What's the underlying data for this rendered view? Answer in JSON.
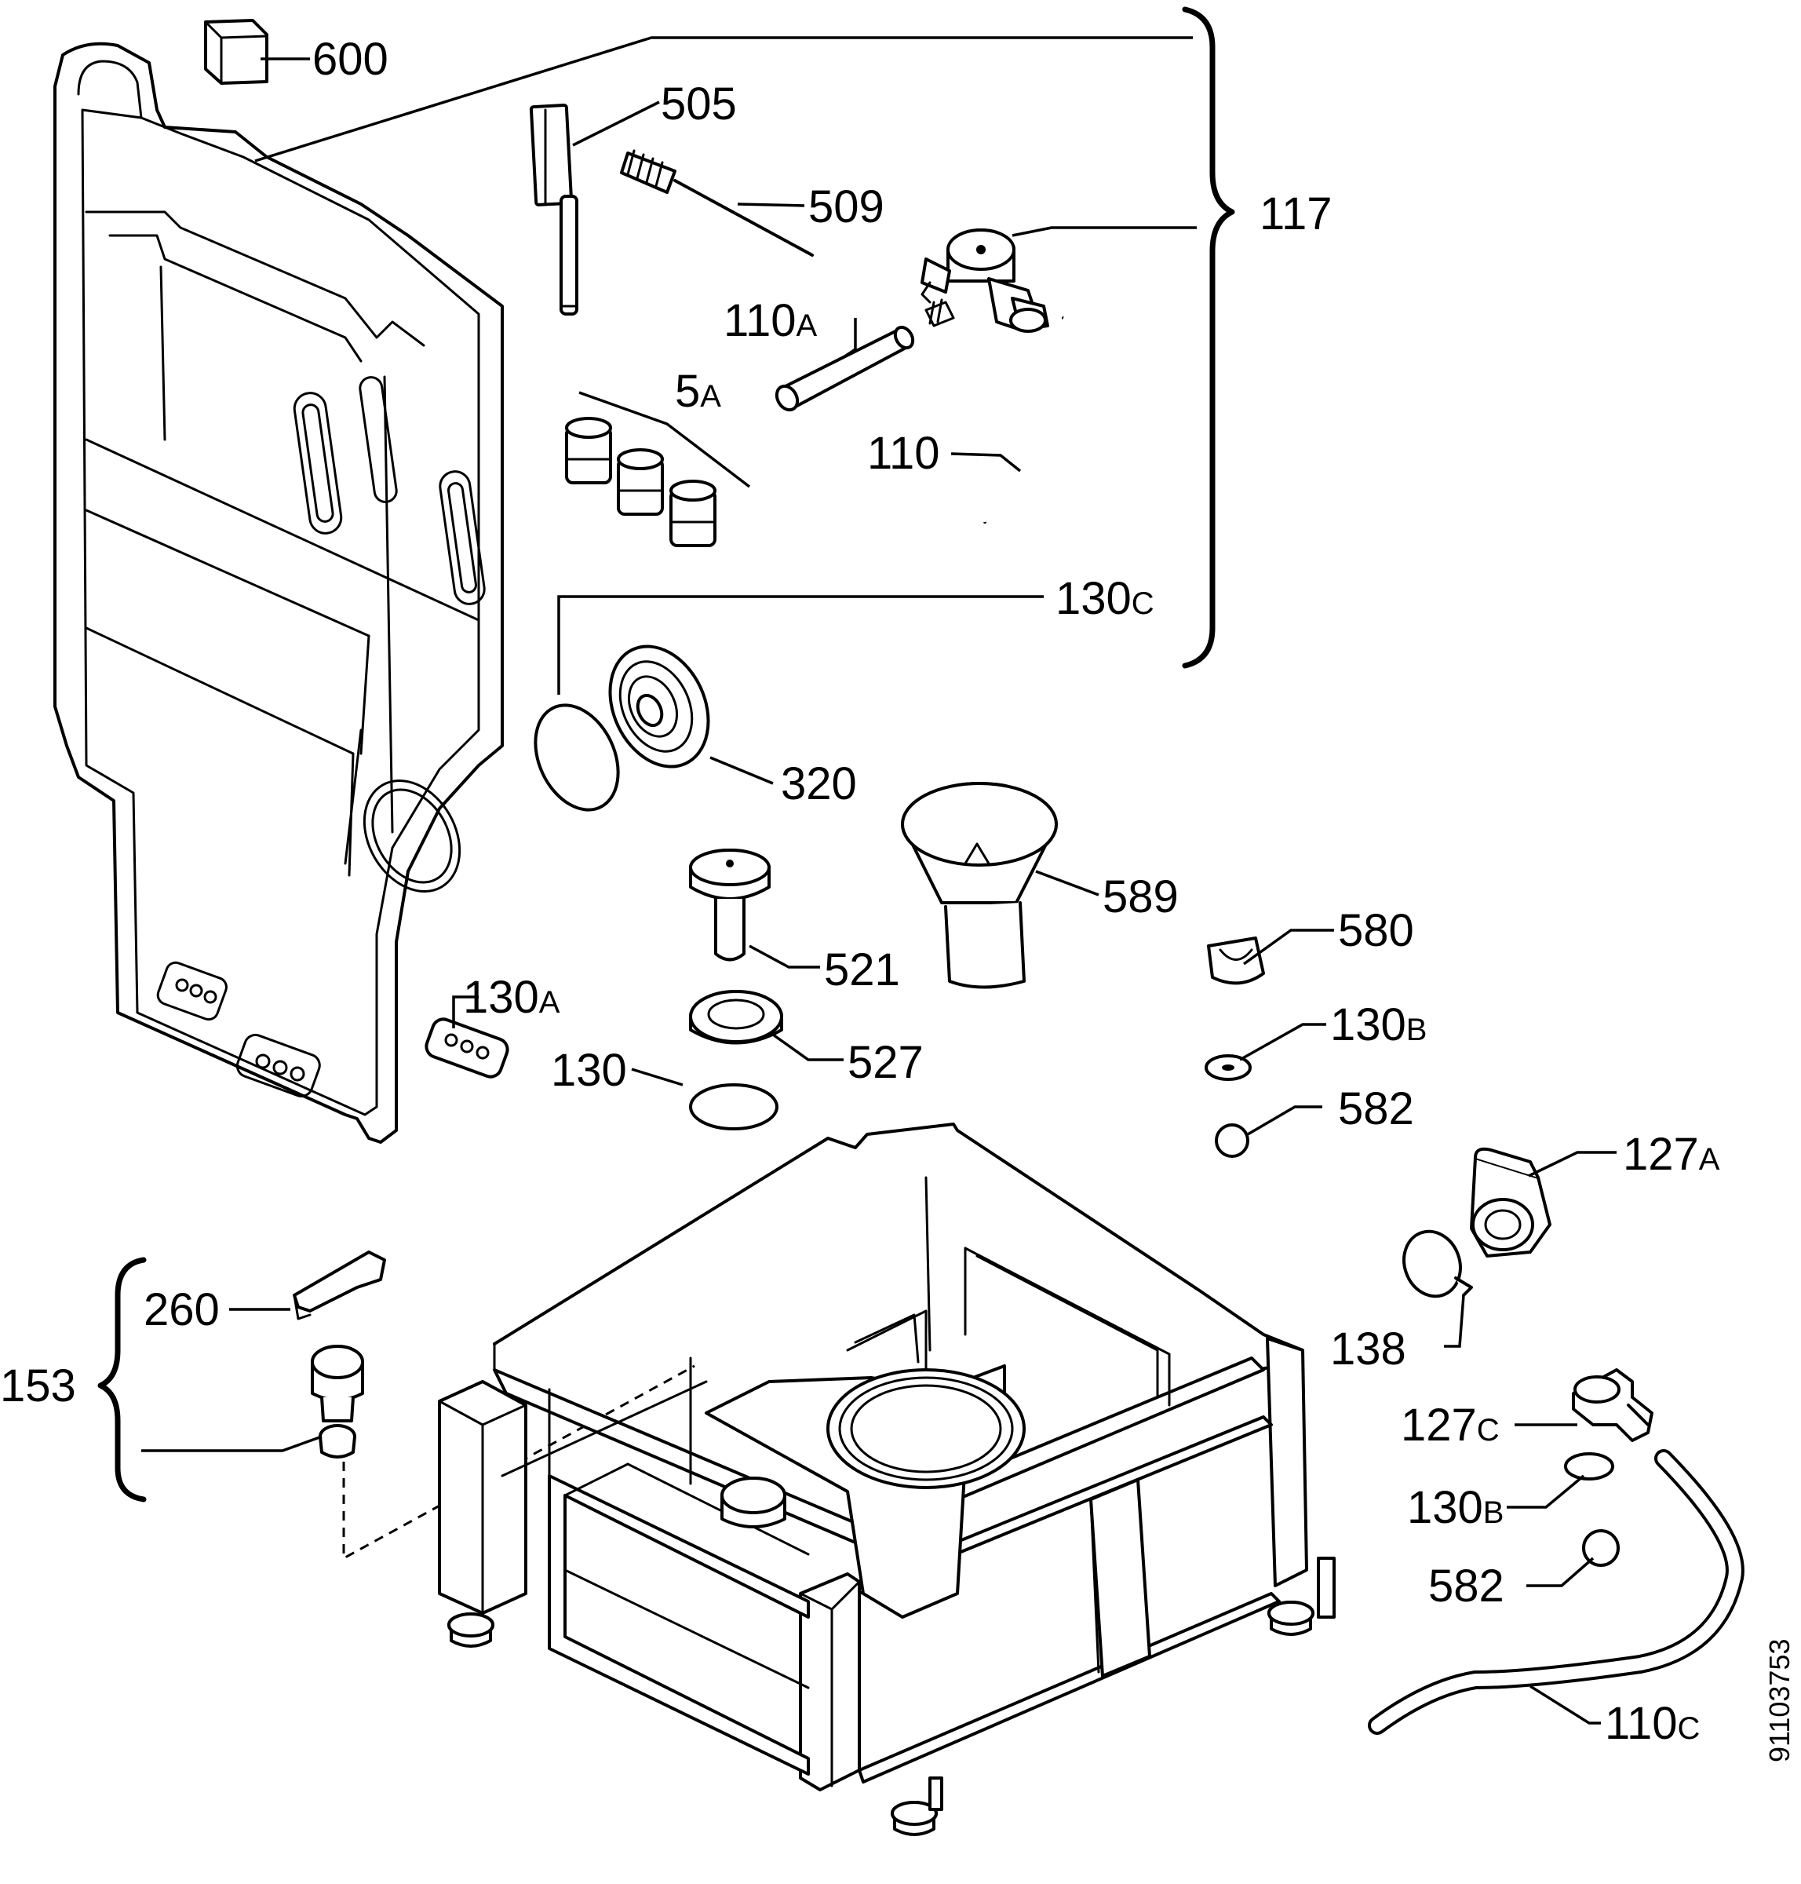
{
  "labels": {
    "l600": "600",
    "l505": "505",
    "l509": "509",
    "l117": "117",
    "l110A": "110",
    "l110A_suffix": "A",
    "l5A": "5",
    "l5A_suffix": "A",
    "l110": "110",
    "l130C": "130",
    "l130C_suffix": "C",
    "l320": "320",
    "l589": "589",
    "l521": "521",
    "l580": "580",
    "l130A": "130",
    "l130A_suffix": "A",
    "l527": "527",
    "l130B_1": "130",
    "l130B_1_suffix": "B",
    "l130": "130",
    "l582_1": "582",
    "l127A": "127",
    "l127A_suffix": "A",
    "l260": "260",
    "l138": "138",
    "l153": "153",
    "l127C": "127",
    "l127C_suffix": "C",
    "l130B_2": "130",
    "l130B_2_suffix": "B",
    "l582_2": "582",
    "l110C": "110",
    "l110C_suffix": "C"
  },
  "reference_number": "91103753"
}
